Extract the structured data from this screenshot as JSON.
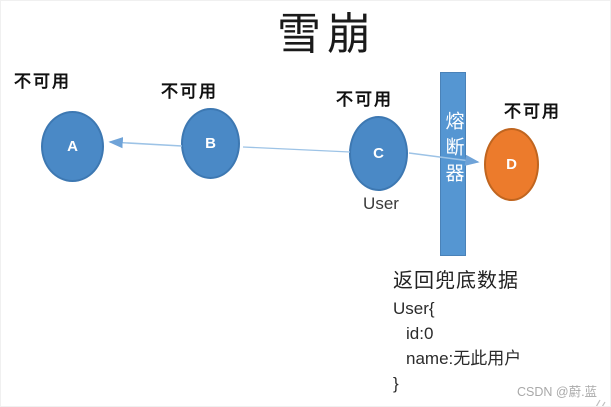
{
  "title": "雪崩",
  "nodes": [
    {
      "id": "A",
      "label": "A",
      "status": "不可用"
    },
    {
      "id": "B",
      "label": "B",
      "status": "不可用"
    },
    {
      "id": "C",
      "label": "C",
      "status": "不可用",
      "caption": "User"
    },
    {
      "id": "D",
      "label": "D",
      "status": "不可用"
    }
  ],
  "breaker": {
    "label": "熔断器"
  },
  "fallback": {
    "heading": "返回兜底数据",
    "code_lines": [
      "User{",
      "id:0",
      "name:无此用户",
      "}"
    ]
  },
  "watermark": "CSDN @蔚.蓝",
  "colors": {
    "node_blue": "#4a89c6",
    "node_blue_border": "#3d78b2",
    "node_orange": "#ec7b2c",
    "node_orange_border": "#c0651f",
    "breaker_bar": "#5596d2",
    "arrow_line": "#9dc3e6",
    "arrow_head": "#6fa3d8",
    "text_dark": "#1a1a1a",
    "watermark_gray": "#a9a9a9"
  }
}
